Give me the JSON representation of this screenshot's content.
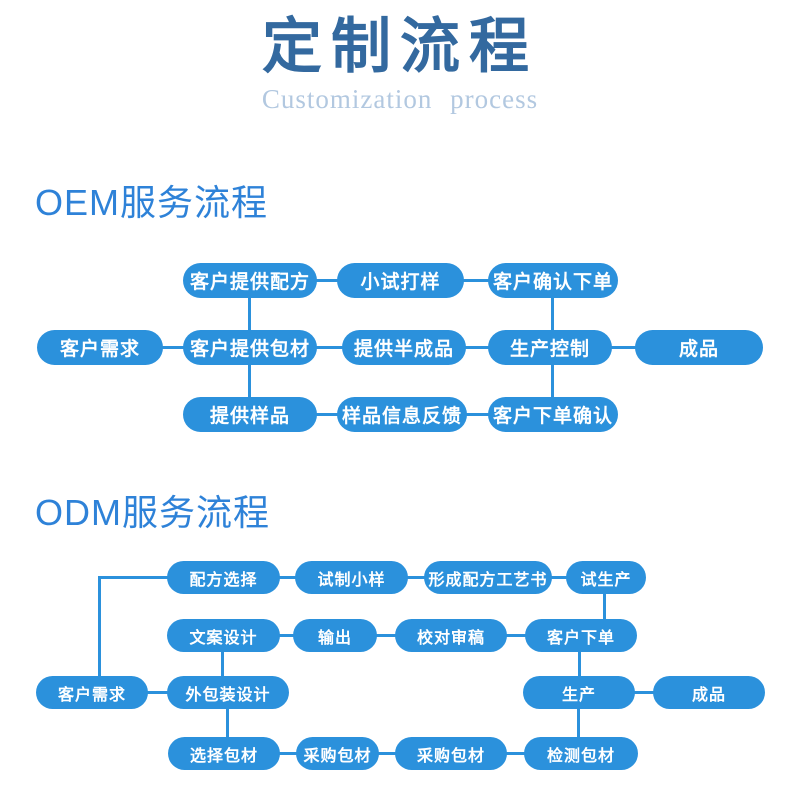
{
  "header": {
    "title": "定制流程",
    "subtitle": "Customization process"
  },
  "oem": {
    "heading": "OEM服务流程",
    "rows": [
      [
        "客户提供配方",
        "小试打样",
        "客户确认下单"
      ],
      [
        "客户需求",
        "客户提供包材",
        "提供半成品",
        "生产控制",
        "成品"
      ],
      [
        "提供样品",
        "样品信息反馈",
        "客户下单确认"
      ]
    ]
  },
  "odm": {
    "heading": "ODM服务流程",
    "rows": [
      [
        "配方选择",
        "试制小样",
        "形成配方工艺书",
        "试生产"
      ],
      [
        "文案设计",
        "输出",
        "校对审稿",
        "客户下单"
      ],
      [
        "客户需求",
        "外包装设计",
        "生产",
        "成品"
      ],
      [
        "选择包材",
        "采购包材",
        "采购包材",
        "检测包材"
      ]
    ]
  },
  "colors": {
    "node_fill": "#2b91dc",
    "node_text": "#ffffff",
    "heading_blue": "#2e82d8",
    "title_blue": "#33699f",
    "subtitle_blue": "#b2c8e0"
  }
}
